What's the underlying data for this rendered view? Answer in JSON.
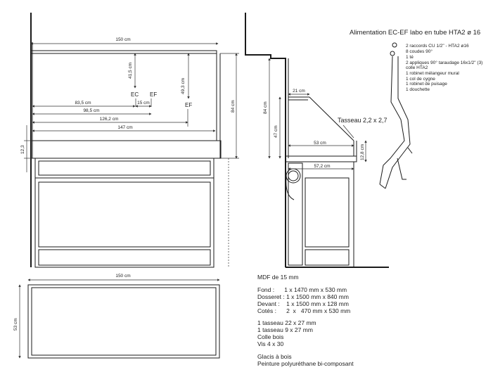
{
  "dimensions": {
    "front_width": "150 cm",
    "tap_height": "41,5 cm",
    "ec_label": "EC",
    "ef_label": "EF",
    "ef_label_2": "EF",
    "dosseret_height": "49,3 cm",
    "dist_83": "83,5 cm",
    "dist_15": "15 cm",
    "dist_98": "98,5 cm",
    "dist_126": "126,2 cm",
    "dist_147": "147 cm",
    "height_84": "84 cm",
    "height_12": "12,3",
    "side_height_84": "84 cm",
    "side_21": "21 cm",
    "side_47": "47 cm",
    "side_53": "53 cm",
    "side_12_8": "12,8 cm",
    "side_57_2": "57,2 cm",
    "tasseau": "Tasseau 2,2 x 2,7",
    "top_width": "150 cm",
    "top_depth": "53 cm"
  },
  "plumbing": {
    "title": "Alimentation EC-EF labo en tube HTA2 ø 16",
    "items": [
      "2 raccords CU 1/2\" - HTA2  ø16",
      "8 coudes 90°",
      "1 té",
      "2 appliques 90° taraudage 16x1/2\" (3)",
      "colle HTA2",
      "1 robinet mélangeur mural",
      "1 col de cygne",
      "1 robinet de puisage",
      "1 douchette"
    ]
  },
  "notes": {
    "material": "MDF de 15 mm",
    "parts": [
      "Fond :      1 x 1470 mm x 530 mm",
      "Dosseret : 1 x 1500 mm x 840 mm",
      "Devant :    1 x 1500 mm x 128 mm",
      "Cotés :      2  x   470 mm x 530 mm"
    ],
    "hardware": [
      "1 tasseau 22 x 27 mm",
      "1 tasseau 9 x 27 mm",
      "Colle bois",
      "Vis 4 x 30"
    ],
    "finish": [
      "Glacis à bois",
      "Peinture polyuréthane bi-composant"
    ]
  }
}
